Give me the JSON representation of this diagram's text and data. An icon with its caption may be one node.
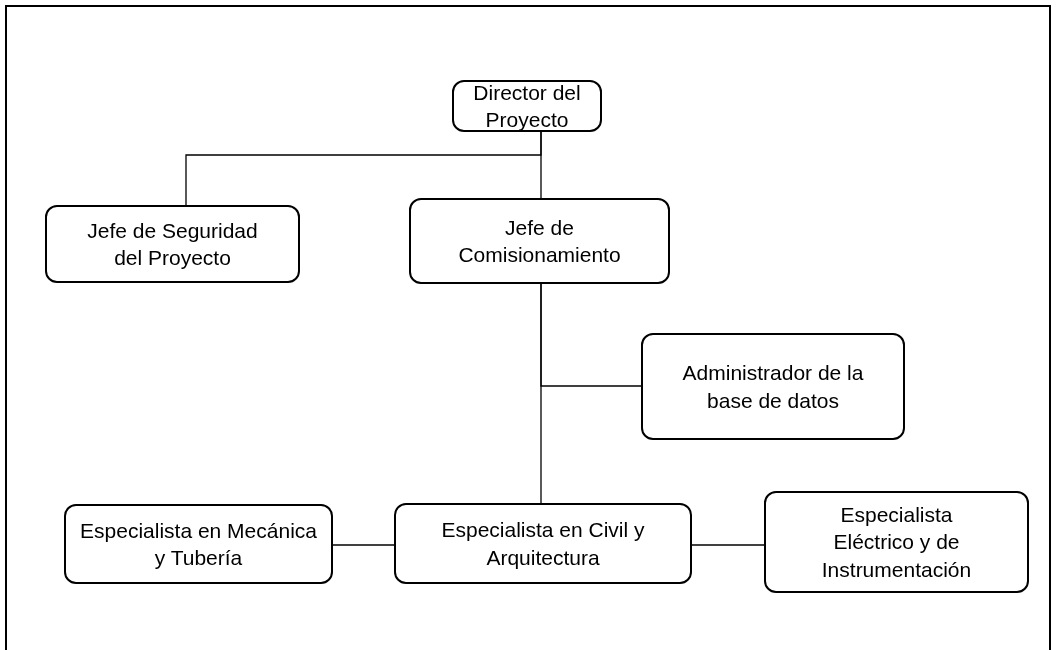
{
  "diagram": {
    "nodes": [
      {
        "text": [
          "Director del Proyecto"
        ]
      },
      {
        "text": [
          "Jefe de Seguridad del Proyecto"
        ]
      },
      {
        "text": [
          "Jefe de Comisionamiento"
        ]
      },
      {
        "text": [
          "Administrador de la base de datos"
        ]
      },
      {
        "text": [
          "Especialista en Mecánica y Tubería"
        ]
      },
      {
        "text": [
          "Especialista en Civil y Arquitectura"
        ]
      },
      {
        "text": [
          "Especialista Eléctrico y de Instrumentación"
        ]
      }
    ],
    "edges": [
      {
        "from": 0,
        "to": 1,
        "arrow": "none"
      },
      {
        "from": 0,
        "to": 2,
        "arrow": "none"
      },
      {
        "from": 2,
        "to": 3,
        "arrow": "none"
      },
      {
        "from": 2,
        "to": 5,
        "arrow": "none"
      },
      {
        "from": 5,
        "to": 4,
        "arrow": "none"
      },
      {
        "from": 5,
        "to": 6,
        "arrow": "none"
      }
    ]
  }
}
